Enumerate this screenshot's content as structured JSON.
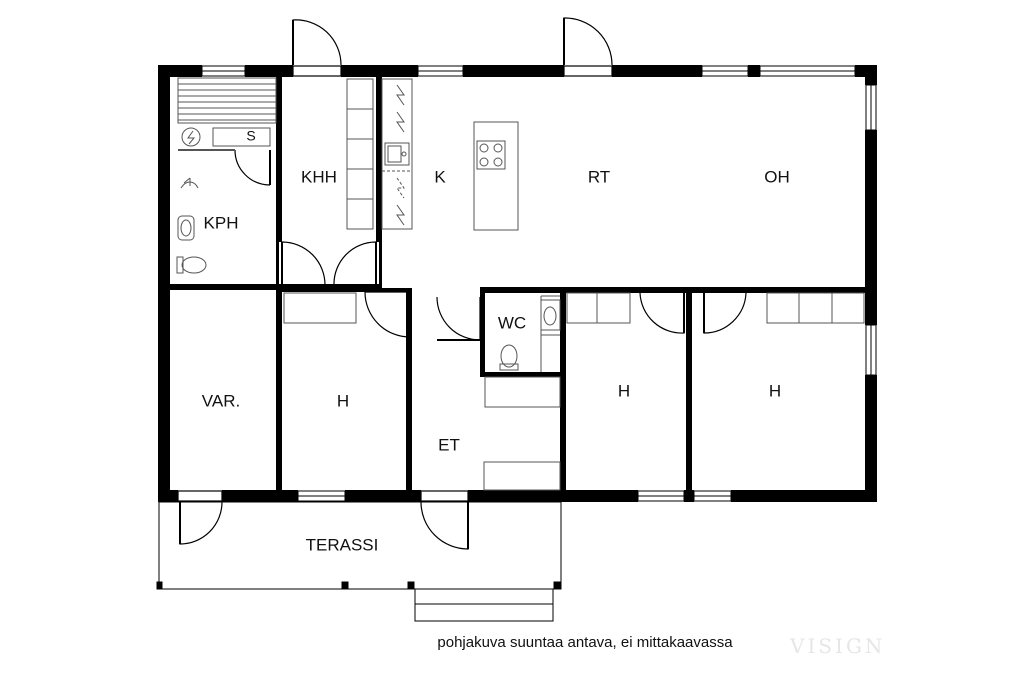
{
  "rooms": {
    "kph": "KPH",
    "khh": "KHH",
    "k": "K",
    "rt": "RT",
    "oh": "OH",
    "wc": "WC",
    "var": "VAR.",
    "h1": "H",
    "h2": "H",
    "h3": "H",
    "et": "ET",
    "terassi": "TERASSI"
  },
  "sauna_stove_label": "S",
  "caption": "pohjakuva suuntaa antava, ei mittakaavassa",
  "watermark": "VISIGN",
  "colors": {
    "wall": "#000000",
    "fixture": "#555555",
    "background": "#ffffff"
  }
}
